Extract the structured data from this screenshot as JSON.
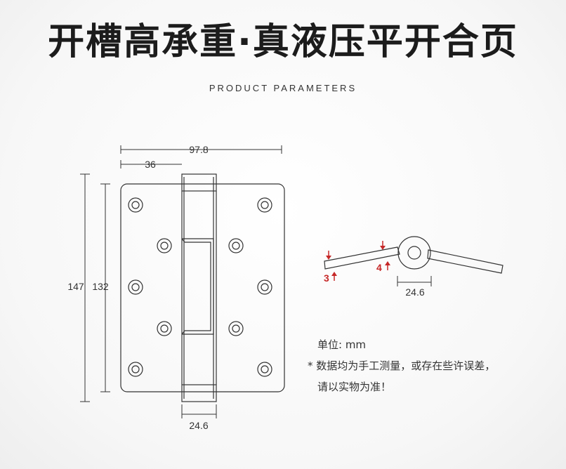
{
  "title": "开槽高承重·真液压平开合页",
  "subtitle": "PRODUCT PARAMETERS",
  "dimensions": {
    "total_width": "97.8",
    "leaf_offset": "36",
    "height_outer": "147",
    "height_inner": "132",
    "knuckle_width_front": "24.6",
    "knuckle_width_side": "24.6",
    "thickness_leaf": "3",
    "thickness_knuckle": "4"
  },
  "notes": {
    "unit_label": "单位: mm",
    "disclaimer_line1": "* 数据均为手工测量，或存在些许误差，",
    "disclaimer_line2": "请以实物为准！"
  },
  "colors": {
    "line": "#333333",
    "accent_red": "#c62828"
  }
}
